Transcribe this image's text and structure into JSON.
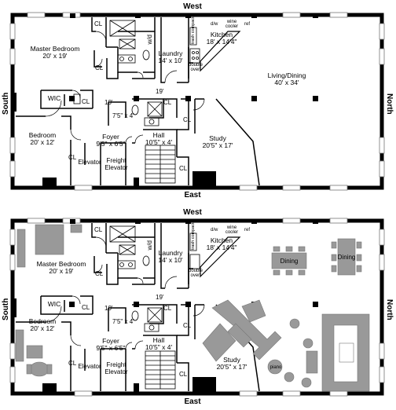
{
  "compass": {
    "west": "West",
    "east": "East",
    "south": "South",
    "north": "North"
  },
  "rooms": {
    "master_bedroom": {
      "name": "Master Bedroom",
      "size": "20' x 19'"
    },
    "laundry": {
      "name": "Laundry",
      "size": "14' x 10'"
    },
    "kitchen": {
      "name": "Kitchen",
      "size": "18' x 14'4\""
    },
    "living_dining": {
      "name": "Living/Dining",
      "size": "40' x 34'"
    },
    "bedroom": {
      "name": "Bedroom",
      "size": "20' x 12'"
    },
    "foyer": {
      "name": "Foyer",
      "size": "9'5\" x 6'5\""
    },
    "hall": {
      "name": "Hall",
      "size": "10'5\" x 4'"
    },
    "study": {
      "name": "Study",
      "size": "20'5\" x 17'"
    },
    "wic": "WIC",
    "elevator": "Elevator",
    "freight_elevator": "Freight Elevator",
    "closet": "CL",
    "washer_dryer": "w/d"
  },
  "dims": {
    "d10": "10'",
    "d19": "19'",
    "d7": "7'5\" x 4'"
  },
  "appliances": {
    "dw": "d/w",
    "wine": "wine cooler",
    "ref": "ref",
    "trash": "trash compactor",
    "oven": "double oven"
  },
  "furniture": {
    "dining": "Dining",
    "piano": "piano"
  }
}
